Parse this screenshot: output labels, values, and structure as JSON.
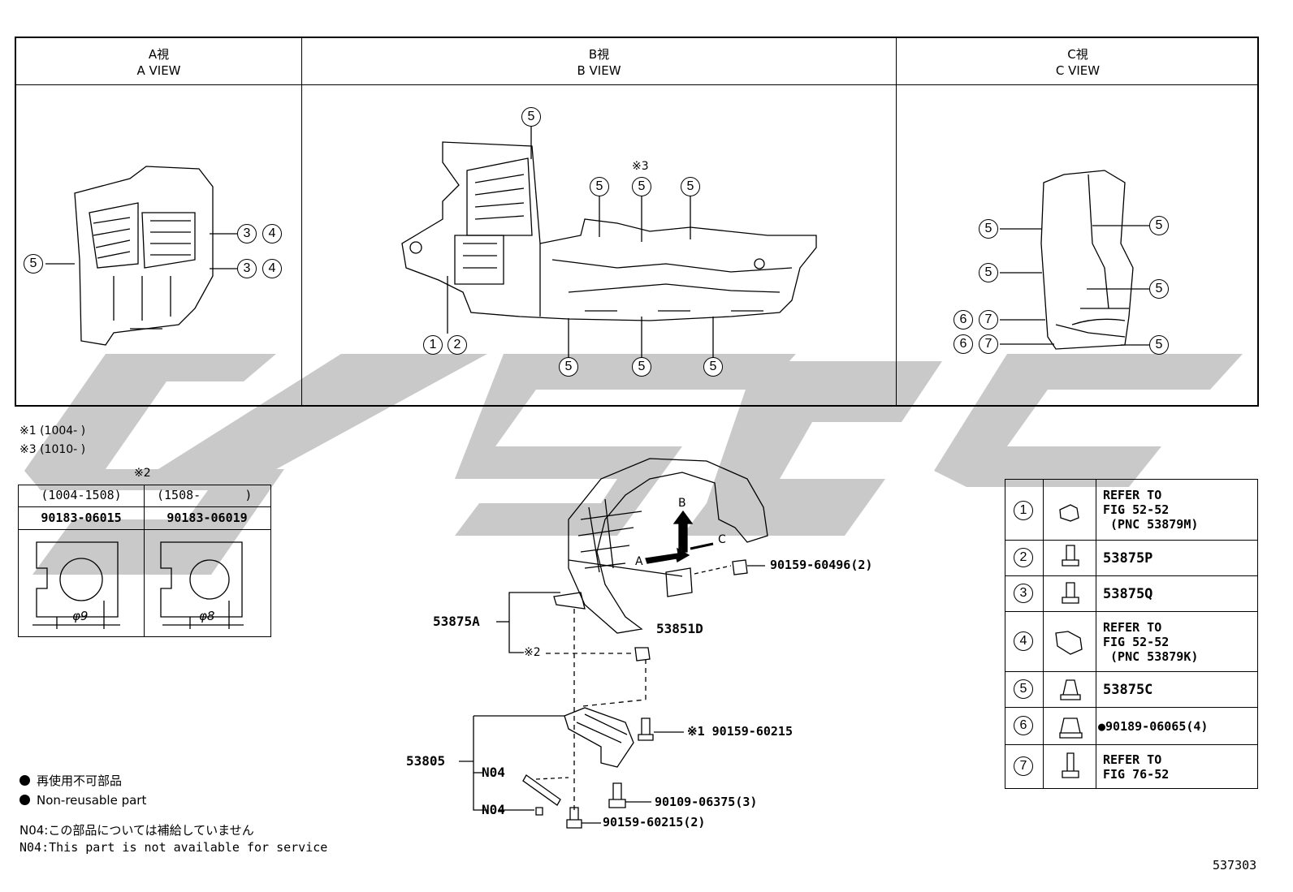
{
  "views": {
    "a": {
      "jp": "A視",
      "en": "A VIEW"
    },
    "b": {
      "jp": "B視",
      "en": "B VIEW"
    },
    "c": {
      "jp": "C視",
      "en": "C VIEW"
    }
  },
  "callouts": {
    "n1": "1",
    "n2": "2",
    "n3": "3",
    "n4": "4",
    "n5": "5",
    "n6": "6",
    "n7": "7",
    "b_note": "※3"
  },
  "notes": {
    "note1": "※1 (1004-        )",
    "note3": "※3 (1010-        )",
    "note2_mark": "※2"
  },
  "variant_table": {
    "col1_range": "(1004-1508)",
    "col2_range": "(1508-      )",
    "col1_part": "90183-06015",
    "col2_part": "90183-06019",
    "col1_dim": "φ9",
    "col2_dim": "φ8"
  },
  "parts": {
    "p53875A": "53875A",
    "p53851D": "53851D",
    "p53805": "53805",
    "n04a": "N04",
    "n04b": "N04",
    "bolt1": "90159-60496(2)",
    "note2": "※2",
    "bolt2": "※1 90159-60215",
    "bolt3": "90109-06375(3)",
    "bolt4": "90159-60215(2)",
    "arrow_a": "A",
    "arrow_b": "B",
    "arrow_c": "C"
  },
  "legend": [
    {
      "num": "1",
      "text": "REFER TO\nFIG 52-52\n (PNC 53879M)"
    },
    {
      "num": "2",
      "text": "53875P"
    },
    {
      "num": "3",
      "text": "53875Q"
    },
    {
      "num": "4",
      "text": "REFER TO\nFIG 52-52\n (PNC 53879K)"
    },
    {
      "num": "5",
      "text": "53875C"
    },
    {
      "num": "6",
      "text": "●90189-06065(4)"
    },
    {
      "num": "7",
      "text": "REFER TO\nFIG 76-52"
    }
  ],
  "footer": {
    "nonreuse_jp": "再使用不可部品",
    "nonreuse_en": "Non-reusable part",
    "n04_jp": "N04:この部品については補給していません",
    "n04_en": "N04:This part is not available for service",
    "fig_no": "537303"
  },
  "watermark": {
    "color": "#c8c8c8"
  }
}
